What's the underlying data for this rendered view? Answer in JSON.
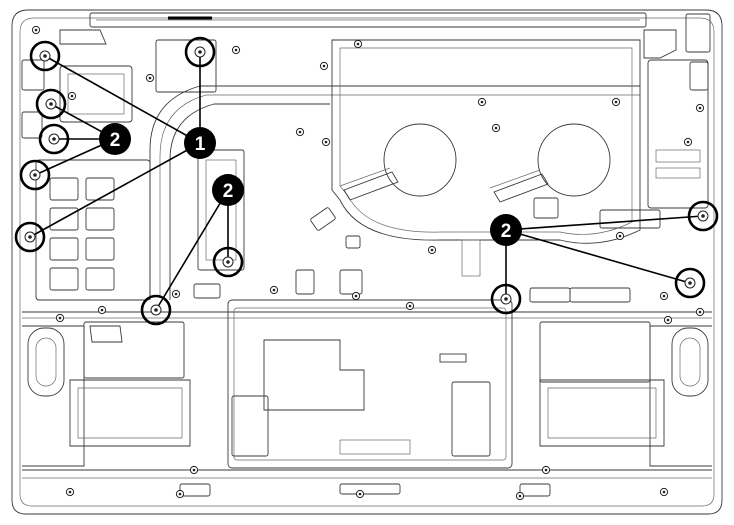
{
  "diagram": {
    "callouts": [
      {
        "id": "c1",
        "label": "1"
      },
      {
        "id": "c2a",
        "label": "2"
      },
      {
        "id": "c2b",
        "label": "2"
      },
      {
        "id": "c2c",
        "label": "2"
      }
    ],
    "colors": {
      "line": "#3a3a3a",
      "callout": "#000000",
      "background": "#ffffff"
    }
  }
}
